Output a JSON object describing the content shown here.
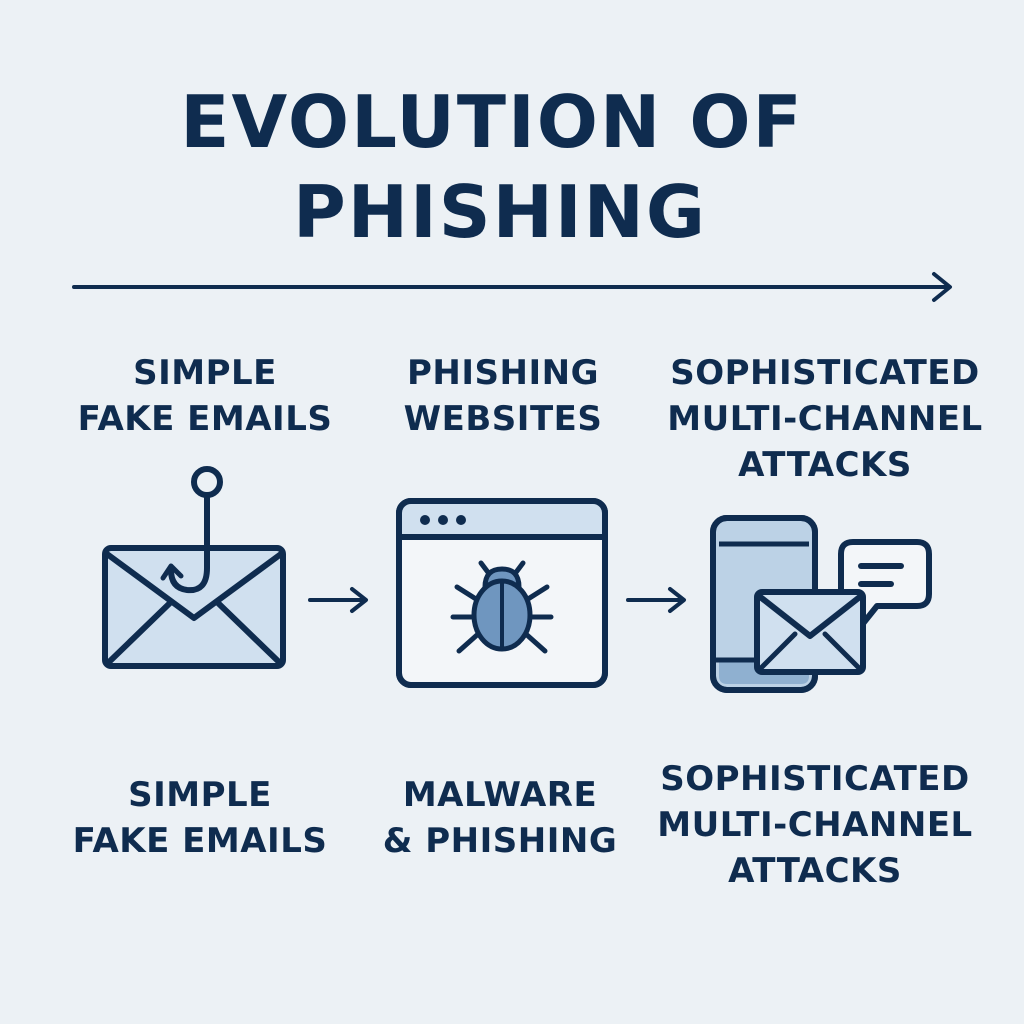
{
  "title": {
    "line1": "EVOLUTION OF",
    "line2": "PHISHING"
  },
  "stages": [
    {
      "top_label": [
        "SIMPLE",
        "FAKE EMAILS"
      ],
      "bottom_label": [
        "SIMPLE",
        "FAKE EMAILS"
      ],
      "icon": "envelope-hook-icon"
    },
    {
      "top_label": [
        "PHISHING",
        "WEBSITES"
      ],
      "bottom_label": [
        "MALWARE",
        "& PHISHING"
      ],
      "icon": "browser-bug-icon"
    },
    {
      "top_label": [
        "SOPHISTICATED",
        "MULTI-CHANNEL",
        "ATTACKS"
      ],
      "bottom_label": [
        "SOPHISTICATED",
        "MULTI-CHANNEL",
        "ATTACKS"
      ],
      "icon": "phone-email-chat-icon"
    }
  ],
  "colors": {
    "background": "#ecf1f5",
    "ink": "#0f2c4f",
    "fill_light": "#d0e0ef",
    "fill_mid": "#9ab8d6",
    "fill_bug": "#6f96bf"
  }
}
